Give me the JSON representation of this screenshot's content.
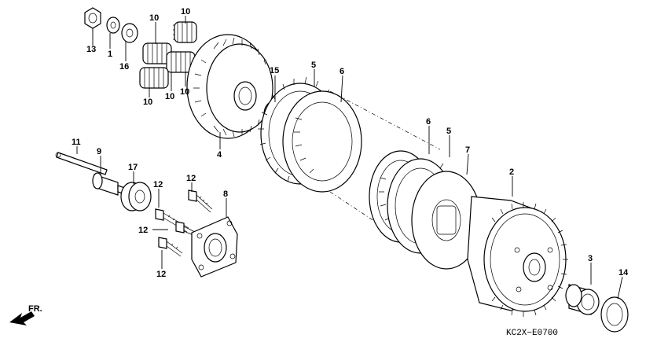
{
  "labels": [
    {
      "id": "13",
      "text": "13"
    },
    {
      "id": "1",
      "text": "1"
    },
    {
      "id": "16",
      "text": "16"
    },
    {
      "id": "10a",
      "text": "10"
    },
    {
      "id": "10b",
      "text": "10"
    },
    {
      "id": "10c",
      "text": "10"
    },
    {
      "id": "10d",
      "text": "10"
    },
    {
      "id": "10e",
      "text": "10"
    },
    {
      "id": "15",
      "text": "15"
    },
    {
      "id": "5a",
      "text": "5"
    },
    {
      "id": "6a",
      "text": "6"
    },
    {
      "id": "4",
      "text": "4"
    },
    {
      "id": "11",
      "text": "11"
    },
    {
      "id": "9",
      "text": "9"
    },
    {
      "id": "17",
      "text": "17"
    },
    {
      "id": "12a",
      "text": "12"
    },
    {
      "id": "12b",
      "text": "12"
    },
    {
      "id": "12c",
      "text": "12"
    },
    {
      "id": "12d",
      "text": "12"
    },
    {
      "id": "8",
      "text": "8"
    },
    {
      "id": "6b",
      "text": "6"
    },
    {
      "id": "5b",
      "text": "5"
    },
    {
      "id": "7",
      "text": "7"
    },
    {
      "id": "2",
      "text": "2"
    },
    {
      "id": "3",
      "text": "3"
    },
    {
      "id": "14",
      "text": "14"
    }
  ],
  "direction_label": "FR.",
  "diagram_code": "KC2X−E0700"
}
